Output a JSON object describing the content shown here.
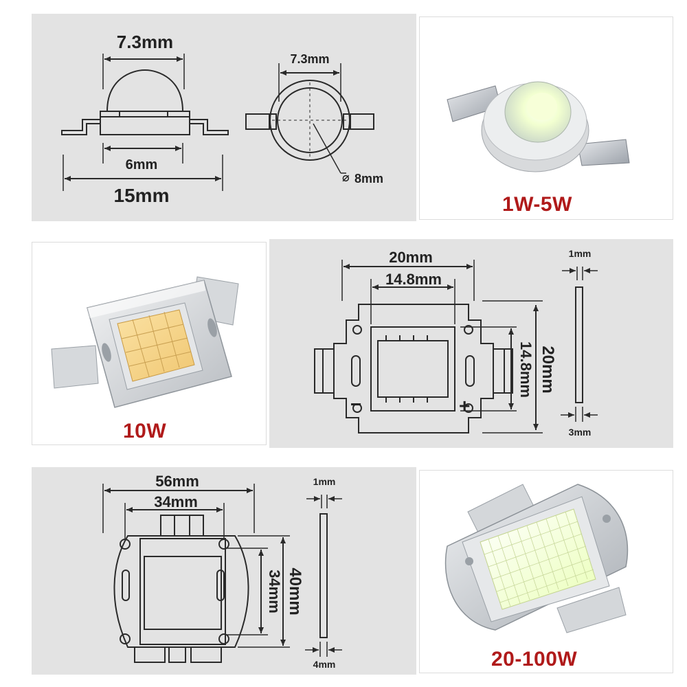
{
  "colors": {
    "panel_gray": "#e3e3e3",
    "caption_red": "#b01a1a",
    "line": "#2a2a2a",
    "chip_yellow_warm": "#f5d48a",
    "chip_white": "#f4ffd8",
    "metal": "#c9cdd2"
  },
  "row1": {
    "side_top_width": "7.3mm",
    "side_inner_width": "6mm",
    "side_total_width": "15mm",
    "top_width": "7.3mm",
    "top_diameter": "8mm",
    "diameter_symbol": "⌀",
    "caption": "1W-5W"
  },
  "row2": {
    "caption": "10W",
    "outer_width": "20mm",
    "inner_width": "14.8mm",
    "inner_height": "14.8mm",
    "outer_height": "20mm",
    "thickness_top": "1mm",
    "thickness_bottom": "3mm",
    "minus": "−",
    "plus": "+"
  },
  "row3": {
    "outer_width": "56mm",
    "inner_width": "34mm",
    "inner_height": "34mm",
    "outer_height": "40mm",
    "thickness_top": "1mm",
    "thickness_bottom": "4mm",
    "caption": "20-100W"
  }
}
